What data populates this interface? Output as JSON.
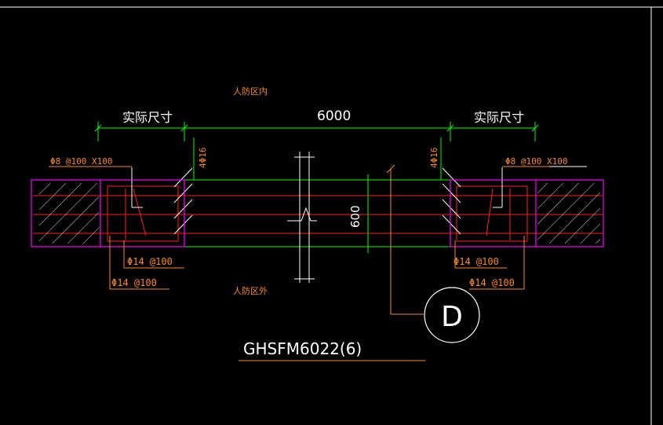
{
  "labels": {
    "zone_inside": "人防区内",
    "zone_outside": "人防区外",
    "actual_size_left": "实际尺寸",
    "actual_size_right": "实际尺寸",
    "span_dim": "6000",
    "height_dim": "600",
    "bar_top_left": "4Φ16",
    "bar_top_right": "4Φ16",
    "stirrup_left": "Φ8 @100 X100",
    "stirrup_right": "Φ8 @100 X100",
    "rebar_inner_left": "Φ14 @100",
    "rebar_outer_left": "Φ14 @100",
    "rebar_inner_right": "Φ14 @100",
    "rebar_outer_right": "Φ14 @100",
    "axis_label": "D",
    "drawing_title": "GHSFM6022(6)"
  },
  "colors": {
    "background": "#000000",
    "green": "#00ff00",
    "red": "#ff1e1e",
    "magenta": "#ff00ff",
    "orange": "#ff8a1a",
    "white": "#ffffff"
  }
}
